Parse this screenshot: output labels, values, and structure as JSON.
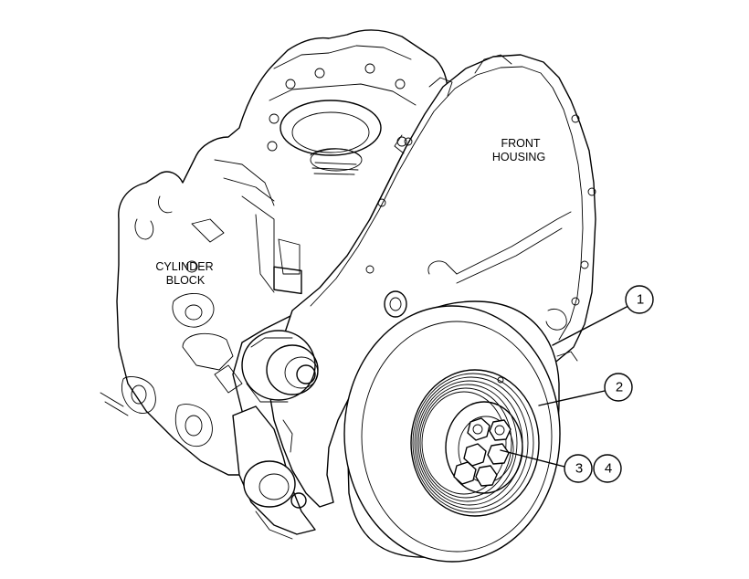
{
  "labels": {
    "front_housing_line1": "FRONT",
    "front_housing_line2": "HOUSING",
    "cylinder_block_line1": "CYLINDER",
    "cylinder_block_line2": "BLOCK"
  },
  "callouts": [
    "1",
    "2",
    "3",
    "4"
  ]
}
